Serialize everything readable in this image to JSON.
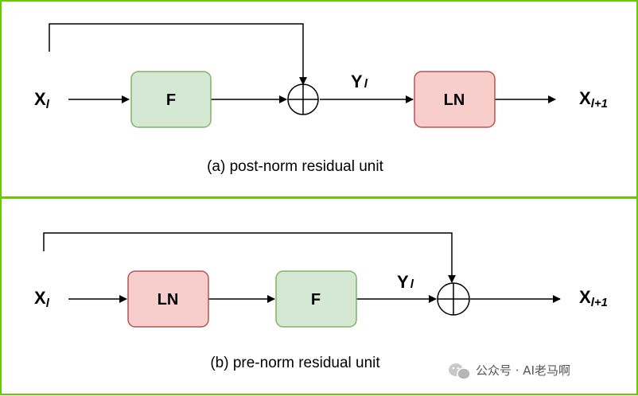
{
  "panel_a": {
    "input_var": "X",
    "input_sub": "l",
    "box1_label": "F",
    "mid_var": "Y",
    "mid_sub": "l",
    "box2_label": "LN",
    "output_var": "X",
    "output_sub": "l+1",
    "caption": "(a) post-norm residual unit"
  },
  "panel_b": {
    "input_var": "X",
    "input_sub": "l",
    "box1_label": "LN",
    "box2_label": "F",
    "mid_var": "Y",
    "mid_sub": "l",
    "output_var": "X",
    "output_sub": "l+1",
    "caption": "(b) pre-norm residual unit"
  },
  "watermark": {
    "text": "公众号 · AI老马啊",
    "icon": "wechat-icon"
  },
  "colors": {
    "panel_border": "#66cc00",
    "f_fill": "#d5e8d4",
    "f_stroke": "#82b366",
    "ln_fill": "#f8cecc",
    "ln_stroke": "#b85450",
    "line": "#000000"
  }
}
